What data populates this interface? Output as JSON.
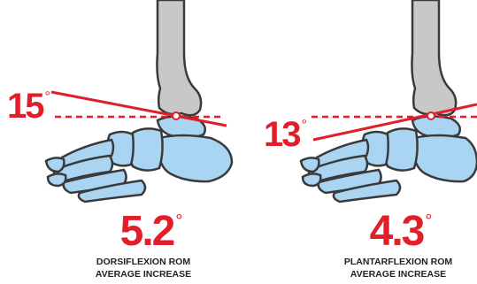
{
  "colors": {
    "accent": "#e11f2a",
    "bone": "#a9d4f2",
    "shin": "#c8c8c8",
    "outline": "#3a3a3a"
  },
  "panels": [
    {
      "angle_label": "15",
      "angle_degree": "°",
      "value": "5.2",
      "value_degree": "°",
      "caption_line1": "DORSIFLEXION ROM",
      "caption_line2": "AVERAGE INCREASE"
    },
    {
      "angle_label": "13",
      "angle_degree": "°",
      "value": "4.3",
      "value_degree": "°",
      "caption_line1": "PLANTARFLEXION ROM",
      "caption_line2": "AVERAGE INCREASE"
    }
  ]
}
